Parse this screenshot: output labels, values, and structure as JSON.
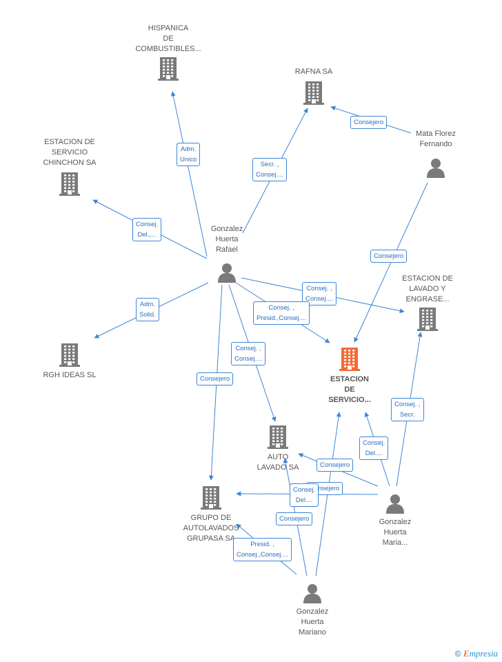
{
  "colors": {
    "edge": "#3d84d6",
    "building": "#7a7a7a",
    "highlight": "#f26a36",
    "person": "#7a7a7a"
  },
  "nodes": [
    {
      "id": "hispanica",
      "type": "company",
      "label": "HISPANICA\nDE\nCOMBUSTIBLES...",
      "icon": "building-icon"
    },
    {
      "id": "rafna",
      "type": "company",
      "label": "RAFNA SA",
      "icon": "building-icon"
    },
    {
      "id": "chinchon",
      "type": "company",
      "label": "ESTACION DE\nSERVICIO\nCHINCHON SA",
      "icon": "building-icon"
    },
    {
      "id": "mata",
      "type": "person",
      "label": "Mata Florez\nFernando",
      "icon": "person-icon"
    },
    {
      "id": "rafael",
      "type": "person",
      "label": "Gonzalez\nHuerta\nRafael",
      "icon": "person-icon"
    },
    {
      "id": "lavado",
      "type": "company",
      "label": "ESTACION DE\nLAVADO Y\nENGRASE...",
      "icon": "building-icon"
    },
    {
      "id": "rgh",
      "type": "company",
      "label": "RGH IDEAS  SL",
      "icon": "building-icon"
    },
    {
      "id": "servicio",
      "type": "company",
      "label": "ESTACION\nDE\nSERVICIO...",
      "icon": "building-icon",
      "highlight": true
    },
    {
      "id": "auto",
      "type": "company",
      "label": "AUTO\nLAVADO SA",
      "icon": "building-icon"
    },
    {
      "id": "grupasa",
      "type": "company",
      "label": "GRUPO DE\nAUTOLAVADOS\nGRUPASA SA",
      "icon": "building-icon"
    },
    {
      "id": "maria",
      "type": "person",
      "label": "Gonzalez\nHuerta\nMaria...",
      "icon": "person-icon"
    },
    {
      "id": "mariano",
      "type": "person",
      "label": "Gonzalez\nHuerta\nMariano",
      "icon": "person-icon"
    }
  ],
  "relations": [
    {
      "id": "r1",
      "label": "Adm.\nUnico"
    },
    {
      "id": "r2",
      "label": "Secr. ,\nConsej...."
    },
    {
      "id": "r3",
      "label": "Consejero"
    },
    {
      "id": "r4",
      "label": "Consej.\nDel.,..."
    },
    {
      "id": "r5",
      "label": "Consejero"
    },
    {
      "id": "r6",
      "label": "Consej. ,\nConsej...."
    },
    {
      "id": "r7",
      "label": "Adm.\nSolid."
    },
    {
      "id": "r8",
      "label": "Consej. ,\nPresid.,Consej...."
    },
    {
      "id": "r9",
      "label": "Consej. ,\nConsej...."
    },
    {
      "id": "r10",
      "label": "Consejero"
    },
    {
      "id": "r11",
      "label": "Consej. ,\nSecr."
    },
    {
      "id": "r12",
      "label": "Consej.\nDel...."
    },
    {
      "id": "r13",
      "label": "Consejero"
    },
    {
      "id": "r14",
      "label": "Consejero"
    },
    {
      "id": "r15",
      "label": "Consej.\nDel...."
    },
    {
      "id": "r16",
      "label": "Consejero"
    },
    {
      "id": "r17",
      "label": "Presid. ,\nConsej.,Consej...."
    }
  ],
  "footer": {
    "copyright": "©",
    "brand_e": "E",
    "brand_rest": "mpresia"
  }
}
